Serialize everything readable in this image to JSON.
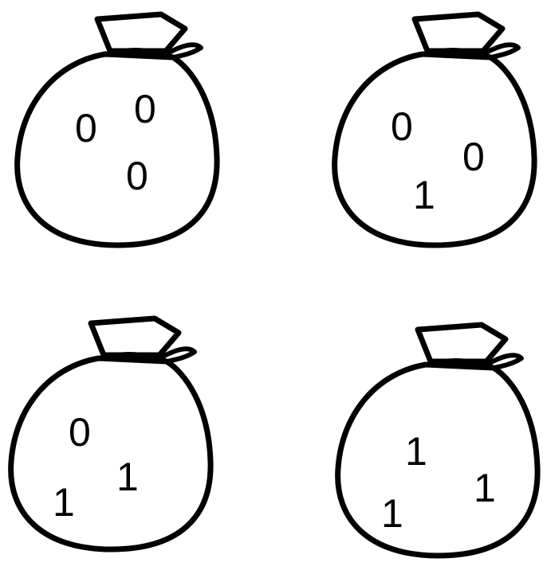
{
  "bags": [
    {
      "digits": [
        "0",
        "0",
        "0"
      ]
    },
    {
      "digits": [
        "0",
        "0",
        "1"
      ]
    },
    {
      "digits": [
        "0",
        "1",
        "1"
      ]
    },
    {
      "digits": [
        "1",
        "1",
        "1"
      ]
    }
  ]
}
